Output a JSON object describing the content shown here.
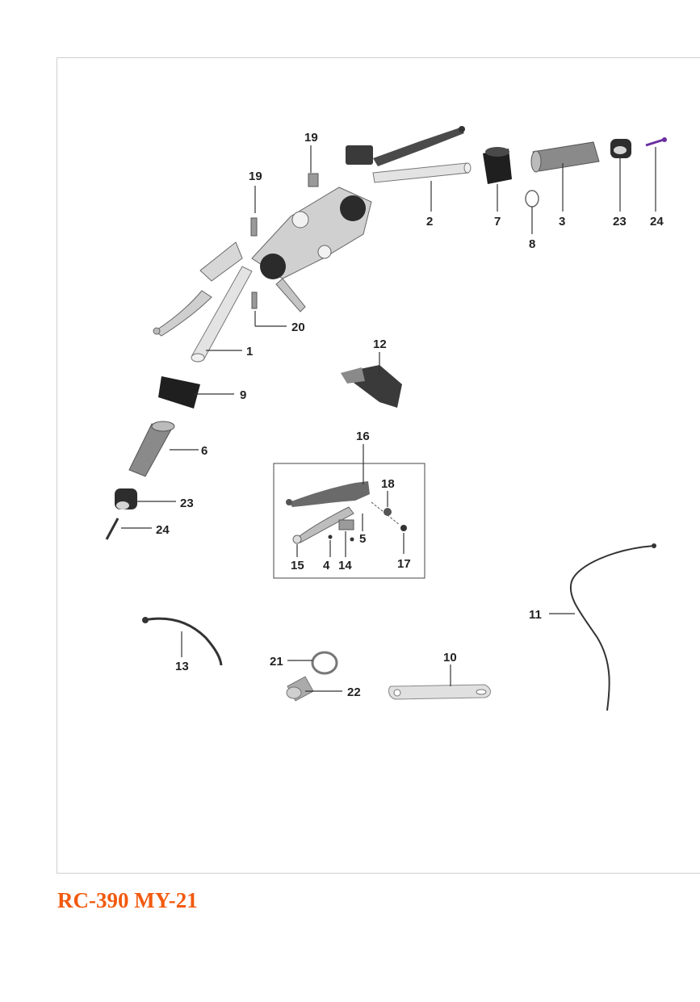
{
  "model_title": "RC-390 MY-21",
  "colors": {
    "title": "#f25a0f",
    "frame": "#cfcfcf",
    "part_dark": "#2b2b2b",
    "part_light": "#d9d9d9",
    "accent_bolt": "#6a2fa0"
  },
  "callouts": {
    "p1": "1",
    "p2": "2",
    "p3": "3",
    "p4": "4",
    "p5": "5",
    "p6": "6",
    "p7": "7",
    "p8": "8",
    "p9": "9",
    "p10": "10",
    "p11": "11",
    "p12": "12",
    "p13": "13",
    "p14": "14",
    "p15": "15",
    "p16": "16",
    "p17": "17",
    "p18": "18",
    "p19a": "19",
    "p19b": "19",
    "p20": "20",
    "p21": "21",
    "p22": "22",
    "p23a": "23",
    "p23b": "23",
    "p24a": "24",
    "p24b": "24"
  }
}
